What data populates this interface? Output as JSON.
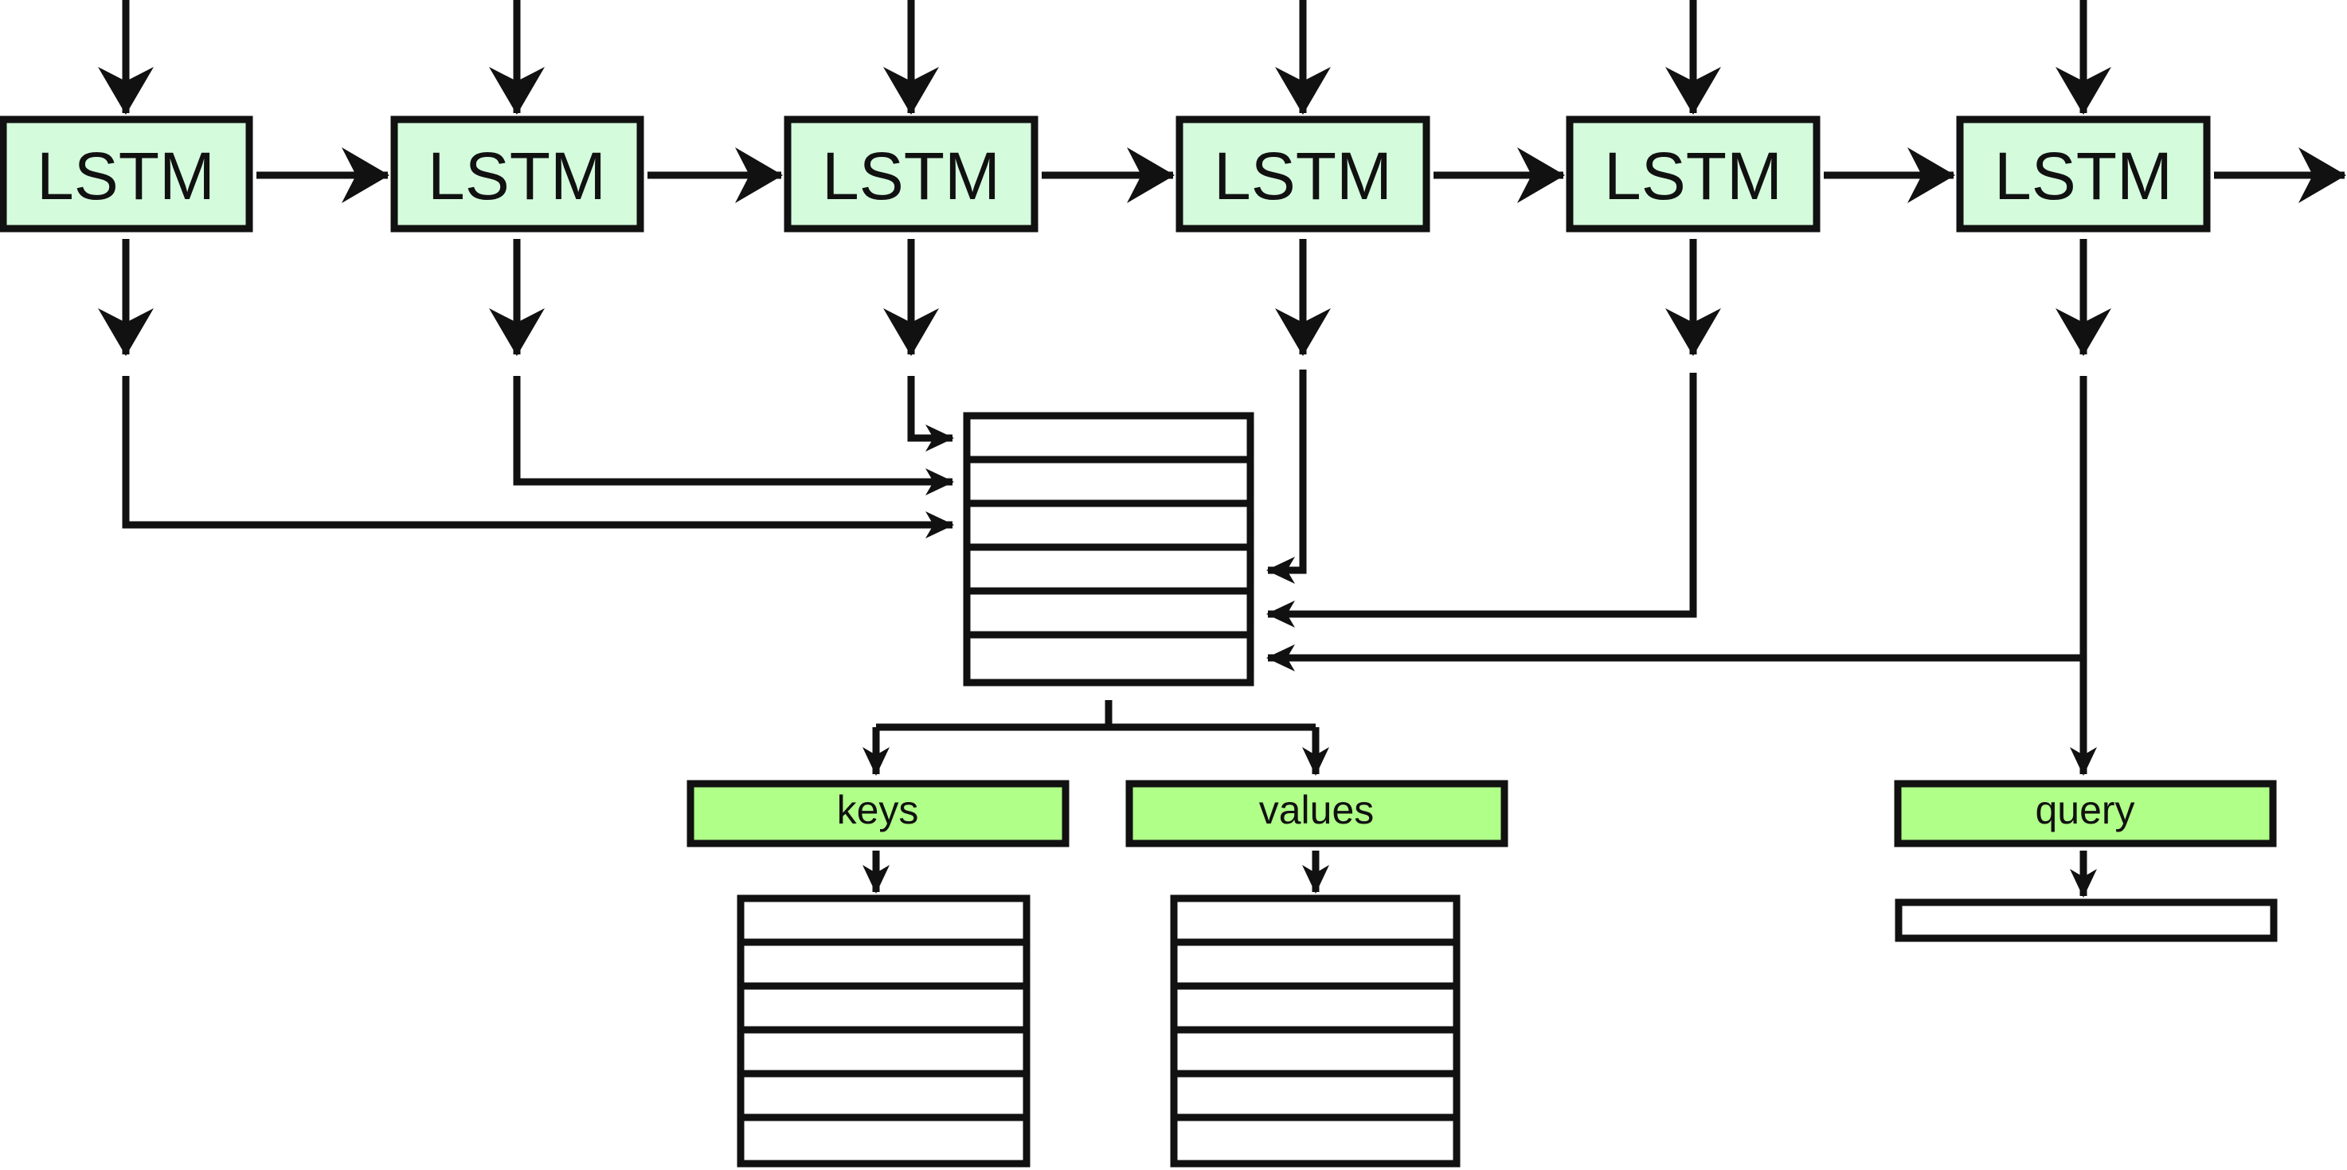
{
  "diagram": {
    "lstm_cells": [
      {
        "label": "LSTM"
      },
      {
        "label": "LSTM"
      },
      {
        "label": "LSTM"
      },
      {
        "label": "LSTM"
      },
      {
        "label": "LSTM"
      },
      {
        "label": "LSTM"
      }
    ],
    "memory_rows": 6,
    "keys": {
      "label": "keys",
      "rows": 6
    },
    "values": {
      "label": "values",
      "rows": 6
    },
    "query": {
      "label": "query",
      "rows": 1
    },
    "colors": {
      "lstm_fill": "#d4fcdc",
      "projection_fill": "#b0ff88",
      "stroke": "#111111"
    }
  }
}
